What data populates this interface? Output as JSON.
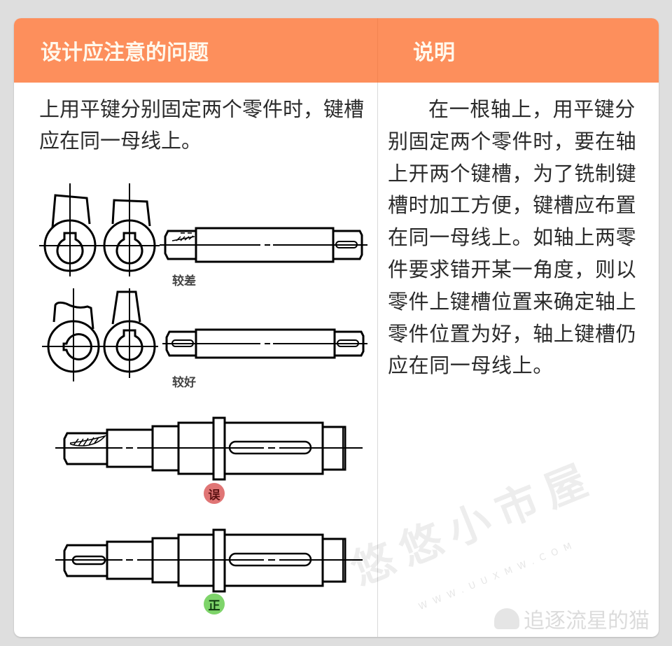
{
  "header": {
    "col1_title": "设计应注意的问题",
    "col2_title": "说明"
  },
  "left": {
    "problem_text": "上用平键分别固定两个零件时，键槽应在同一母线上。",
    "figure_labels": {
      "worse": "较差",
      "better": "较好"
    },
    "badges": {
      "wrong": "误",
      "right": "正"
    }
  },
  "right": {
    "explanation": "在一根轴上，用平键分别固定两个零件时，要在轴上开两个键槽，为了铣制键槽时加工方便，键槽应布置在同一母线上。如轴上两零件要求错开某一角度，则以零件上键槽位置来确定轴上零件位置为好，轴上键槽仍应在同一母线上。"
  },
  "watermark": {
    "site_name": "悠悠小市屋",
    "site_url": "WWW.UUXMW.COM",
    "author": "追逐流星的猫"
  },
  "colors": {
    "header_bg": "#fd8f5c",
    "header_text": "#fff8ec",
    "wrong_badge": "#e07575",
    "right_badge": "#7ed46a"
  }
}
